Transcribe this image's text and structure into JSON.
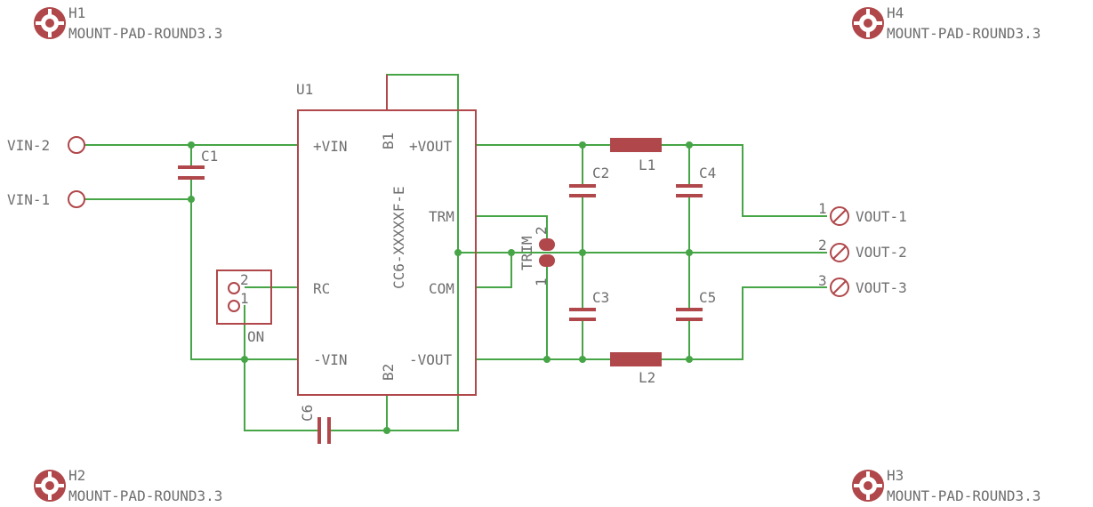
{
  "mounts": [
    {
      "ref": "H1",
      "value": "MOUNT-PAD-ROUND3.3"
    },
    {
      "ref": "H2",
      "value": "MOUNT-PAD-ROUND3.3"
    },
    {
      "ref": "H3",
      "value": "MOUNT-PAD-ROUND3.3"
    },
    {
      "ref": "H4",
      "value": "MOUNT-PAD-ROUND3.3"
    }
  ],
  "inputs": {
    "vin2": "VIN-2",
    "vin1": "VIN-1"
  },
  "u1": {
    "ref": "U1",
    "value": "CC6-XXXXXF-E",
    "pins": {
      "vin_pos": "+VIN",
      "rc": "RC",
      "vin_neg": "-VIN",
      "vout_pos": "+VOUT",
      "trm": "TRM",
      "com": "COM",
      "vout_neg": "-VOUT",
      "b1": "B1",
      "b2": "B2"
    }
  },
  "capacitors": {
    "c1": "C1",
    "c2": "C2",
    "c3": "C3",
    "c4": "C4",
    "c5": "C5",
    "c6": "C6"
  },
  "inductors": {
    "l1": "L1",
    "l2": "L2"
  },
  "switch": {
    "label": "ON",
    "pin2": "2",
    "pin1": "1"
  },
  "trim": {
    "label": "TRIM",
    "pin2": "2",
    "pin1": "1"
  },
  "outputs": [
    {
      "pin": "1",
      "label": "VOUT-1"
    },
    {
      "pin": "2",
      "label": "VOUT-2"
    },
    {
      "pin": "3",
      "label": "VOUT-3"
    }
  ],
  "colors": {
    "wire": "#46a546",
    "part": "#b0474a",
    "text": "#6e6e6e",
    "background": "#ffffff"
  }
}
